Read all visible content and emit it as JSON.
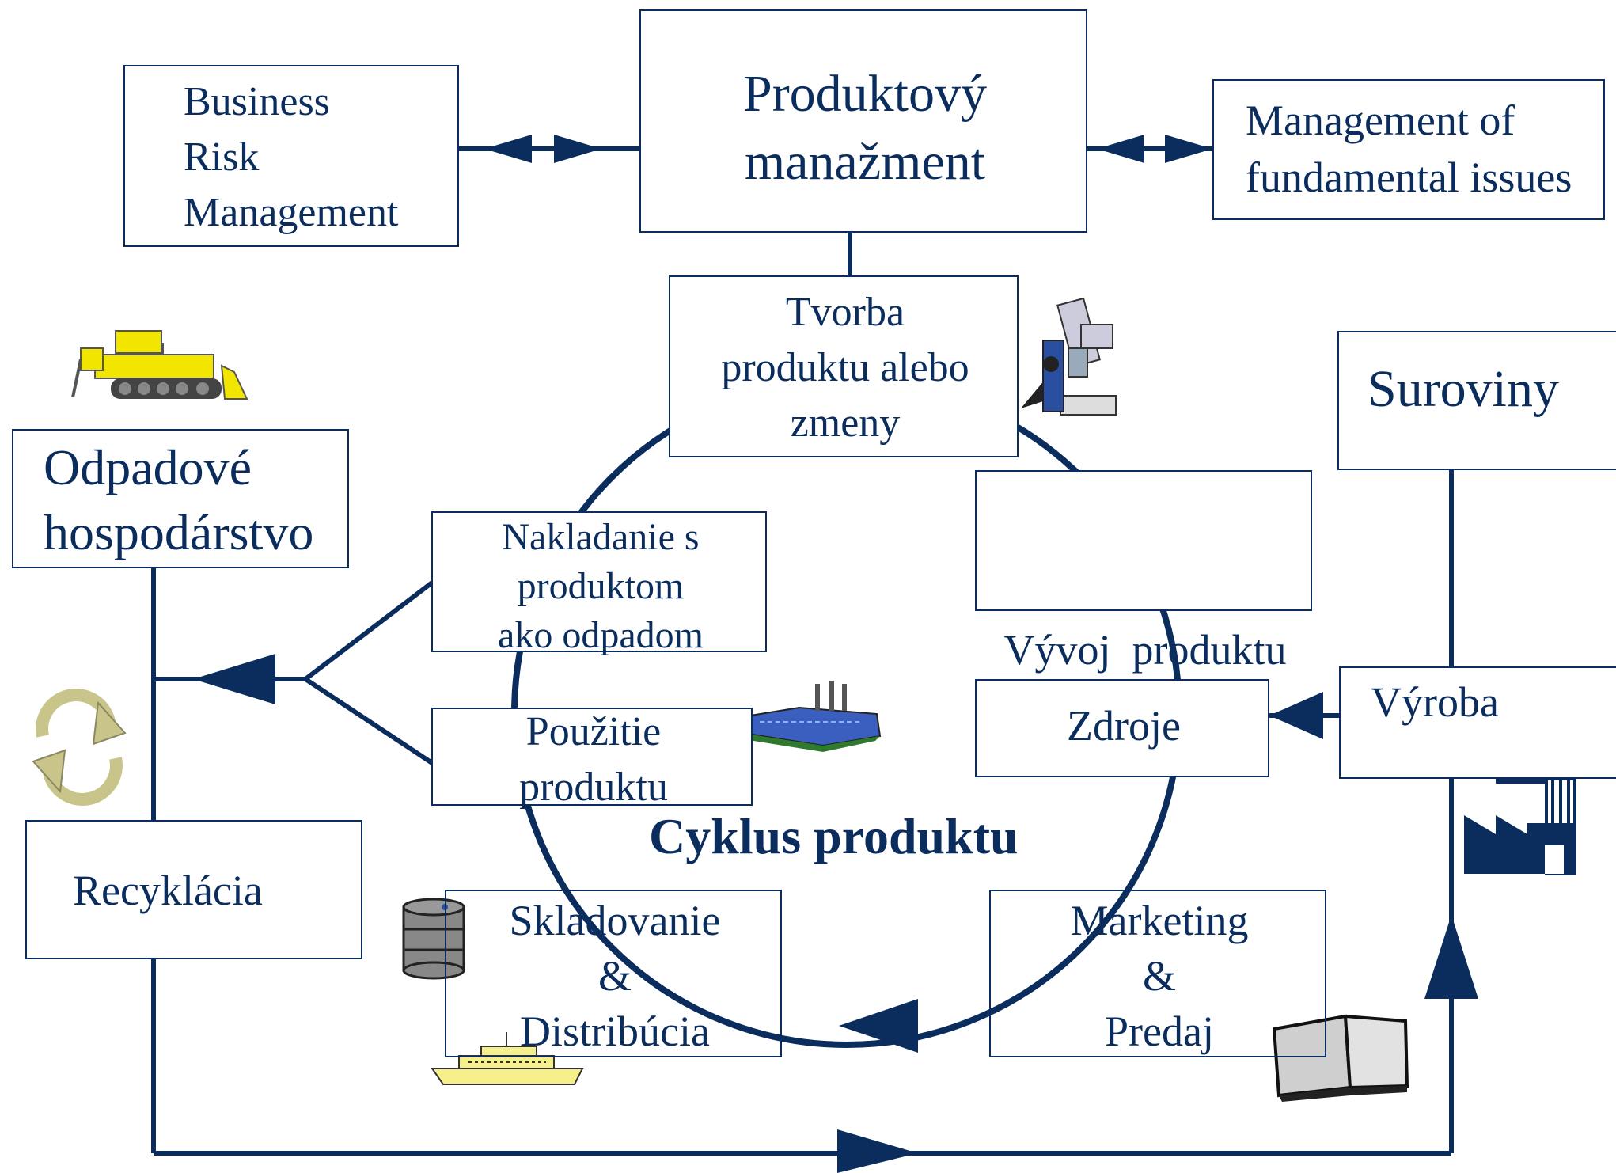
{
  "colors": {
    "line": "#0a2d5e",
    "text": "#0a2d5e",
    "clipart_yellow": "#f2e500",
    "clipart_blue": "#2a4fa0"
  },
  "center_title": "Cyklus produktu",
  "boxes": {
    "business_risk": [
      "Business",
      "Risk",
      "Management"
    ],
    "produktovy": [
      "Produktový",
      "manažment"
    ],
    "management_fundamental": [
      "Management of",
      "fundamental issues"
    ],
    "tvorba": [
      "Tvorba",
      "produktu alebo",
      "zmeny"
    ],
    "suroviny": [
      "Suroviny"
    ],
    "odpadove": [
      "Odpadové",
      "hospodárstvo"
    ],
    "nakladanie": [
      "Nakladanie s",
      "produktom",
      "ako odpadom"
    ],
    "vyvoj": [
      "Vývoj  produktu"
    ],
    "pouzitie": [
      "Použitie",
      "produktu"
    ],
    "zdroje": [
      "Zdroje"
    ],
    "vyroba": [
      "Výroba"
    ],
    "recyklacia": [
      "Recyklácia"
    ],
    "skladovanie": [
      "Skladovanie",
      "&",
      "Distribúcia"
    ],
    "marketing": [
      "Marketing",
      "&",
      "Predaj"
    ]
  },
  "icons": [
    "bulldozer-icon",
    "microscope-icon",
    "recycle-icon",
    "factory-building-icon",
    "factory-icon",
    "barrel-icon",
    "ship-icon",
    "book-icon"
  ]
}
